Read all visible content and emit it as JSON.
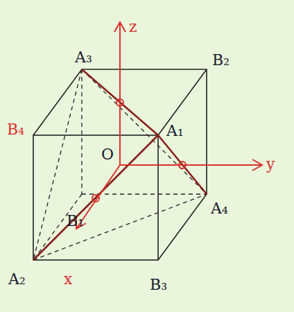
{
  "diagram": {
    "labels": [
      "A₃",
      "B₂",
      "B₄",
      "A₁",
      "O",
      "y",
      "z",
      "B₁",
      "A₄",
      "A₂",
      "x",
      "B₃"
    ]
  }
}
